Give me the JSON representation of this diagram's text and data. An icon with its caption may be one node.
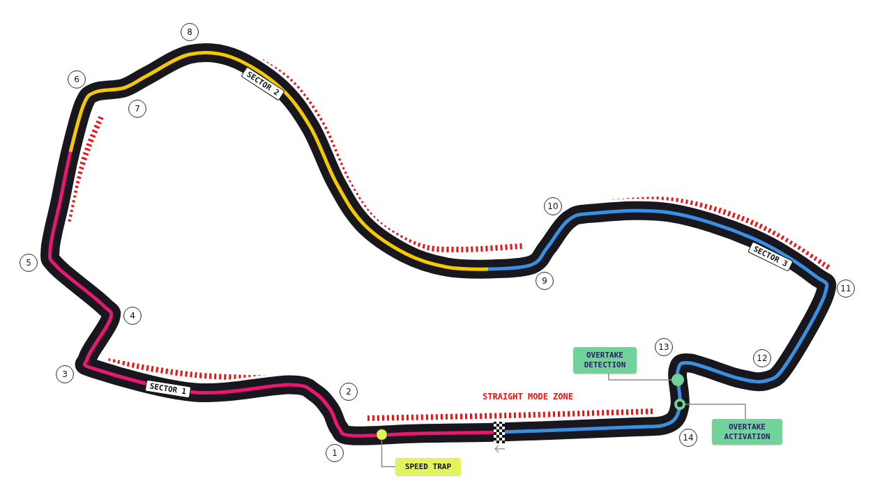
{
  "diagram": {
    "nodes": [
      {
        "text": [
          "SPEED TRAP"
        ]
      },
      {
        "text": [],
        "shape": "circle"
      },
      {
        "text": [
          "OVERTAKE DETECTION"
        ]
      },
      {
        "text": [],
        "shape": "circle"
      },
      {
        "text": [
          "OVERTAKE ACTIVATION"
        ]
      },
      {
        "text": [],
        "shape": "circle"
      }
    ],
    "edges": [
      {
        "from": 0,
        "to": 1,
        "arrow": "none"
      },
      {
        "from": 2,
        "to": 3,
        "arrow": "none"
      },
      {
        "from": 4,
        "to": 5,
        "arrow": "none"
      }
    ],
    "labels": [
      "8",
      "6",
      "SECTOR 2",
      "7",
      "10",
      "SECTOR 3",
      "5",
      "9",
      "11",
      "4",
      "13",
      "12",
      "3",
      "SECTOR 1",
      "2",
      "STRAIGHT MODE ZONE",
      "14",
      "1"
    ]
  }
}
